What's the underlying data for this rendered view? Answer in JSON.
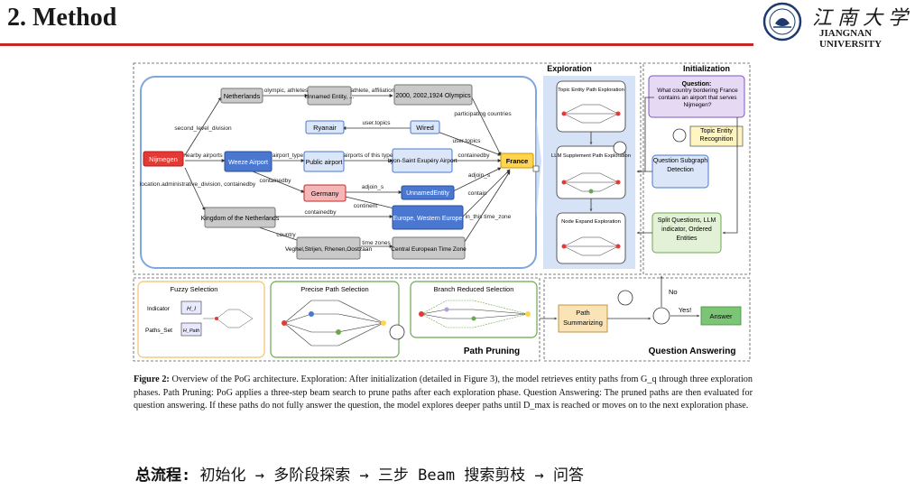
{
  "header": {
    "title": "2. Method"
  },
  "logo": {
    "cn": "江南大学",
    "en": "JIANGNAN UNIVERSITY"
  },
  "figure": {
    "sections": {
      "exploration": "Exploration",
      "initialization": "Initialization",
      "path_pruning": "Path Pruning",
      "question_answering": "Question Answering"
    },
    "graph": {
      "nodes": {
        "nijmegen": "Nijmegen",
        "netherlands": "Netherlands",
        "unnamed_entity_top": "Unnamed Entity, ...",
        "olympics": "2000, 2002,1924 Olympics",
        "ryanair": "Ryanair",
        "wired": "Wired",
        "weeze": "Weeze Airport",
        "public_airport": "Public airport",
        "lyon": "Lyon-Saint Exupéry Airport",
        "france": "France",
        "germany": "Germany",
        "unnamed_entity": "UnnamedEntity",
        "kingdom": "Kingdom of the Netherlands",
        "europe": "Europe, Western Europe",
        "veghel": "Veghel,Strijen, Rhenen,Oostzaan",
        "cet": "Central European Time Zone"
      },
      "edges": {
        "second_level_division": "second_level_division",
        "nearby_airports": "nearby airports",
        "olympic_athletes": "olympic, athletes",
        "athlete_affiliation": "athlete, affiliation",
        "participating_countries": "participating countries",
        "user_topics_1": "user.topics",
        "user_topics_2": "user.topics",
        "airport_type": "airport_type",
        "airports_of_this_type": "airports of this type",
        "containedby_1": "containedby",
        "containedby_2": "containedby",
        "containedby_3": "containedby",
        "adjoin_s_1": "adjoin_s",
        "adjoin_s_2": "adjoin_s",
        "contain": "contain",
        "continent": "continent",
        "location": "location.administrative_division, containedby",
        "in_this_time_zone": "in_this time_zone",
        "country": "country",
        "time_zones": "time zones"
      }
    },
    "exploration_phases": {
      "topic": "Topic Entity Path Exploration",
      "llm": "LLM Supplement Path Exploration",
      "node": "Node Expand Exploration"
    },
    "initialization": {
      "question_title": "Question:",
      "question_text": "What country bordering France contains an airport that serves Nijmegen?",
      "topic_recognition": "Topic Entity Recognition",
      "subgraph_detection": "Question Subgraph Detection",
      "split_questions": "Split Questions, LLM indicator, Ordered Entities"
    },
    "pruning": {
      "fuzzy": "Fuzzy Selection",
      "indicator": "Indicator",
      "paths_set": "Paths_Set",
      "h_i": "H_I",
      "h_path": "H_Path",
      "precise": "Precise Path Selection",
      "branch": "Branch Reduced Selection"
    },
    "qa": {
      "path_summarizing": "Path Summarizing",
      "no": "No",
      "yes": "Yes!",
      "answer": "Answer"
    }
  },
  "caption": {
    "fig_label": "Figure 2:",
    "text": "Overview of the PoG architecture. Exploration: After initialization (detailed in Figure 3), the model retrieves entity paths from G_q through three exploration phases. Path Pruning: PoG applies a three-step beam search to prune paths after each exploration phase. Question Answering: The pruned paths are then evaluated for question answering. If these paths do not fully answer the question, the model explores deeper paths until D_max is reached or moves on to the next exploration phase."
  },
  "summary": {
    "label": "总流程:",
    "flow": "初始化 → 多阶段探索 → 三步 Beam 搜索剪枝 → 问答"
  },
  "colors": {
    "accent_red": "#c62828",
    "graph_bg_border": "#7ea6e0",
    "node_gray": "#c9c9c9",
    "node_blue": "#4a78d0",
    "node_light_blue": "#dbe6f8",
    "node_yellow": "#ffd54f",
    "node_red": "#e53935",
    "node_pink": "#f4b6b6",
    "green_box": "#e3f2d6",
    "green_border": "#6aa84f",
    "answer_green": "#7cc576",
    "path_orange": "#fbe3b8"
  }
}
